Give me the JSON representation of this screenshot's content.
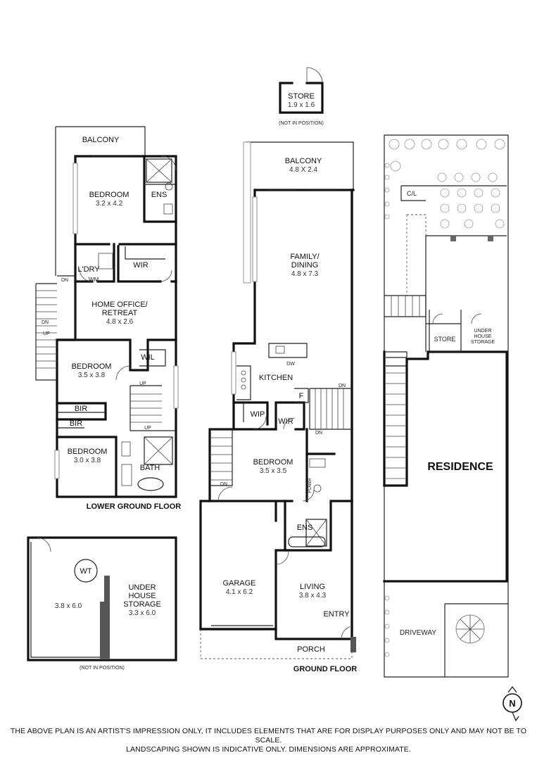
{
  "lower_ground_floor": {
    "title": "LOWER GROUND FLOOR",
    "rooms": {
      "balcony": {
        "name": "BALCONY",
        "dims": ""
      },
      "bedroom1": {
        "name": "BEDROOM",
        "dims": "3.2 x 4.2"
      },
      "ens": {
        "name": "ENS"
      },
      "ldry": {
        "name": "L'DRY"
      },
      "wm": {
        "name": "WM"
      },
      "wir": {
        "name": "WIR"
      },
      "home_office_line1": {
        "name": "HOME OFFICE/"
      },
      "home_office_line2": {
        "name": "RETREAT",
        "dims": "4.8 x 2.6"
      },
      "bedroom2": {
        "name": "BEDROOM",
        "dims": "3.5 x 3.8"
      },
      "wil": {
        "name": "WIL"
      },
      "bir1": {
        "name": "BIR"
      },
      "bir2": {
        "name": "BIR"
      },
      "bedroom3": {
        "name": "BEDROOM",
        "dims": "3.0 x 3.8"
      },
      "bath": {
        "name": "BATH"
      }
    },
    "stair_labels": {
      "dn1": "DN",
      "dn2": "DN",
      "up1": "UP",
      "up2": "UP",
      "up3": "UP"
    }
  },
  "ground_floor": {
    "title": "GROUND FLOOR",
    "rooms": {
      "store": {
        "name": "STORE",
        "dims": "1.9 x 1.6"
      },
      "store_note": "(NOT IN POSITION)",
      "balcony": {
        "name": "BALCONY",
        "dims": "4.8 X 2.4"
      },
      "family_line1": {
        "name": "FAMILY/"
      },
      "family_line2": {
        "name": "DINING",
        "dims": "4.8 x 7.3"
      },
      "dw": {
        "name": "DW"
      },
      "kitchen": {
        "name": "KITCHEN"
      },
      "f": {
        "name": "F"
      },
      "wip": {
        "name": "WIP"
      },
      "wir": {
        "name": "WIR"
      },
      "bedroom": {
        "name": "BEDROOM",
        "dims": "3.5 x 3.5"
      },
      "pdr": {
        "name": "PDWR"
      },
      "ens": {
        "name": "ENS"
      },
      "garage": {
        "name": "GARAGE",
        "dims": "4.1 x 6.2"
      },
      "living": {
        "name": "LIVING",
        "dims": "3.8 x 4.3"
      },
      "entry": {
        "name": "ENTRY"
      },
      "porch": {
        "name": "PORCH"
      }
    },
    "stair_labels": {
      "dn1": "DN",
      "dn2": "DN",
      "dn3": "DN"
    }
  },
  "under_house": {
    "wt": "WT",
    "left_dims": "3.8 x 6.0",
    "line1": "UNDER",
    "line2": "HOUSE",
    "line3": "STORAGE",
    "dims": "3.3 x 6.0",
    "note": "(NOT IN POSITION)"
  },
  "site_plan": {
    "cl": "C/L",
    "store": "STORE",
    "uhs_line1": "UNDER",
    "uhs_line2": "HOUSE",
    "uhs_line3": "STORAGE",
    "residence": "RESIDENCE",
    "driveway": "DRIVEWAY"
  },
  "compass": {
    "label": "N"
  },
  "disclaimer": {
    "line1": "THE ABOVE PLAN IS AN ARTIST'S IMPRESSION ONLY, IT INCLUDES ELEMENTS THAT ARE FOR DISPLAY PURPOSES ONLY AND MAY NOT BE TO SCALE.",
    "line2": "LANDSCAPING SHOWN IS INDICATIVE ONLY. DIMENSIONS ARE APPROXIMATE."
  }
}
